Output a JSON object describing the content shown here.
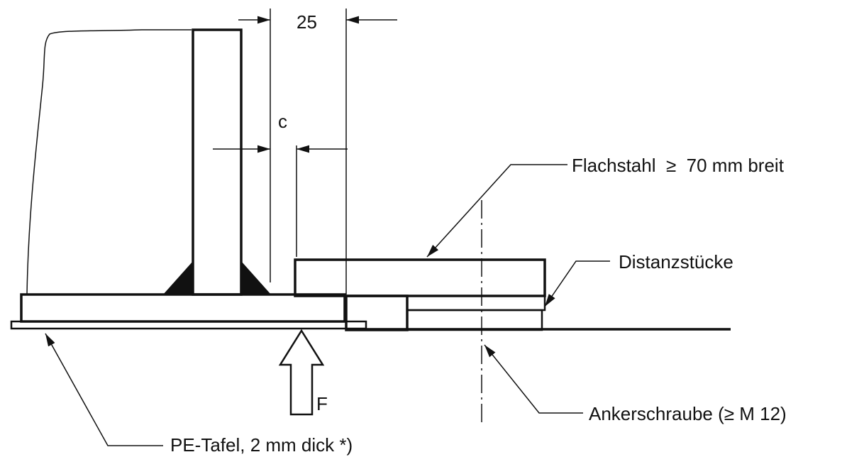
{
  "labels": {
    "dim_25": "25",
    "dim_c": "c",
    "flachstahl": "Flachstahl  ≥  70 mm breit",
    "distanz": "Distanzstücke",
    "anker": "Ankerschraube (≥ M 12)",
    "force": "F",
    "pe_tafel": "PE-Tafel, 2 mm dick *)"
  }
}
